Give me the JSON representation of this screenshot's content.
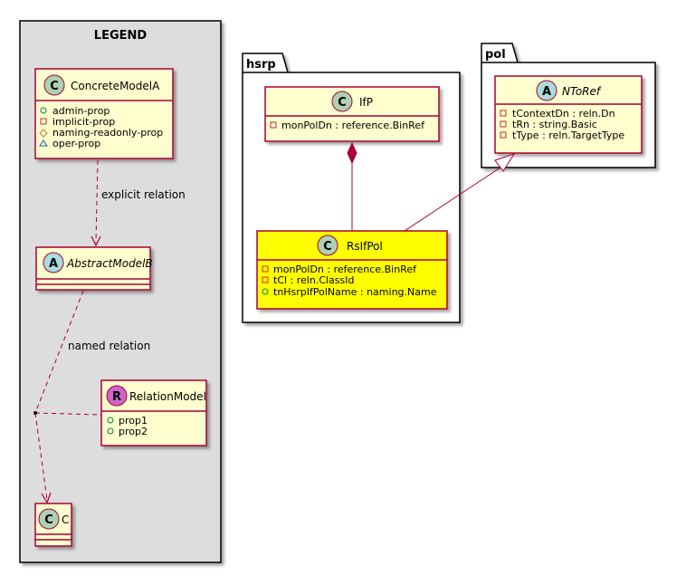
{
  "legend": {
    "title": "LEGEND",
    "concrete_class": {
      "stereotype": "C",
      "name": "ConcreteModelA",
      "props": [
        {
          "vis": "+",
          "text": "admin-prop"
        },
        {
          "vis": "-",
          "text": "implicit-prop"
        },
        {
          "vis": "#",
          "text": "naming-readonly-prop"
        },
        {
          "vis": "~",
          "text": "oper-prop"
        }
      ]
    },
    "abstract_class": {
      "stereotype": "A",
      "name": "AbstractModelB"
    },
    "relation_class": {
      "stereotype": "R",
      "name": "RelationModel",
      "props": [
        {
          "vis": "+",
          "text": "prop1"
        },
        {
          "vis": "+",
          "text": "prop2"
        }
      ]
    },
    "c_class": {
      "stereotype": "C",
      "name": "C"
    },
    "explicit_label": "explicit relation",
    "named_label": "named relation"
  },
  "hsrp": {
    "package": "hsrp",
    "ifp": {
      "stereotype": "C",
      "name": "IfP",
      "props": [
        {
          "vis": "-",
          "text": "monPolDn : reference.BinRef"
        }
      ]
    },
    "rsifpol": {
      "stereotype": "C",
      "name": "RsIfPol",
      "props": [
        {
          "vis": "-",
          "text": "monPolDn : reference.BinRef"
        },
        {
          "vis": "-",
          "text": "tCl : reln.ClassId"
        },
        {
          "vis": "+",
          "text": "tnHsrpIfPolName : naming.Name"
        }
      ]
    }
  },
  "pol": {
    "package": "pol",
    "ntoref": {
      "stereotype": "A",
      "name": "NToRef",
      "props": [
        {
          "vis": "-",
          "text": "tContextDn : reln.Dn"
        },
        {
          "vis": "-",
          "text": "tRn : string.Basic"
        },
        {
          "vis": "-",
          "text": "tType : reln.TargetType"
        }
      ]
    }
  },
  "colors": {
    "class_fill": "#FEFECE",
    "class_border": "#A80036",
    "highlight_fill": "#FFFF00",
    "legend_bg": "#DDDDDD",
    "stereo_c": "#ADD1B2",
    "stereo_a": "#A9DCDF",
    "stereo_r": "#CC66CC"
  }
}
